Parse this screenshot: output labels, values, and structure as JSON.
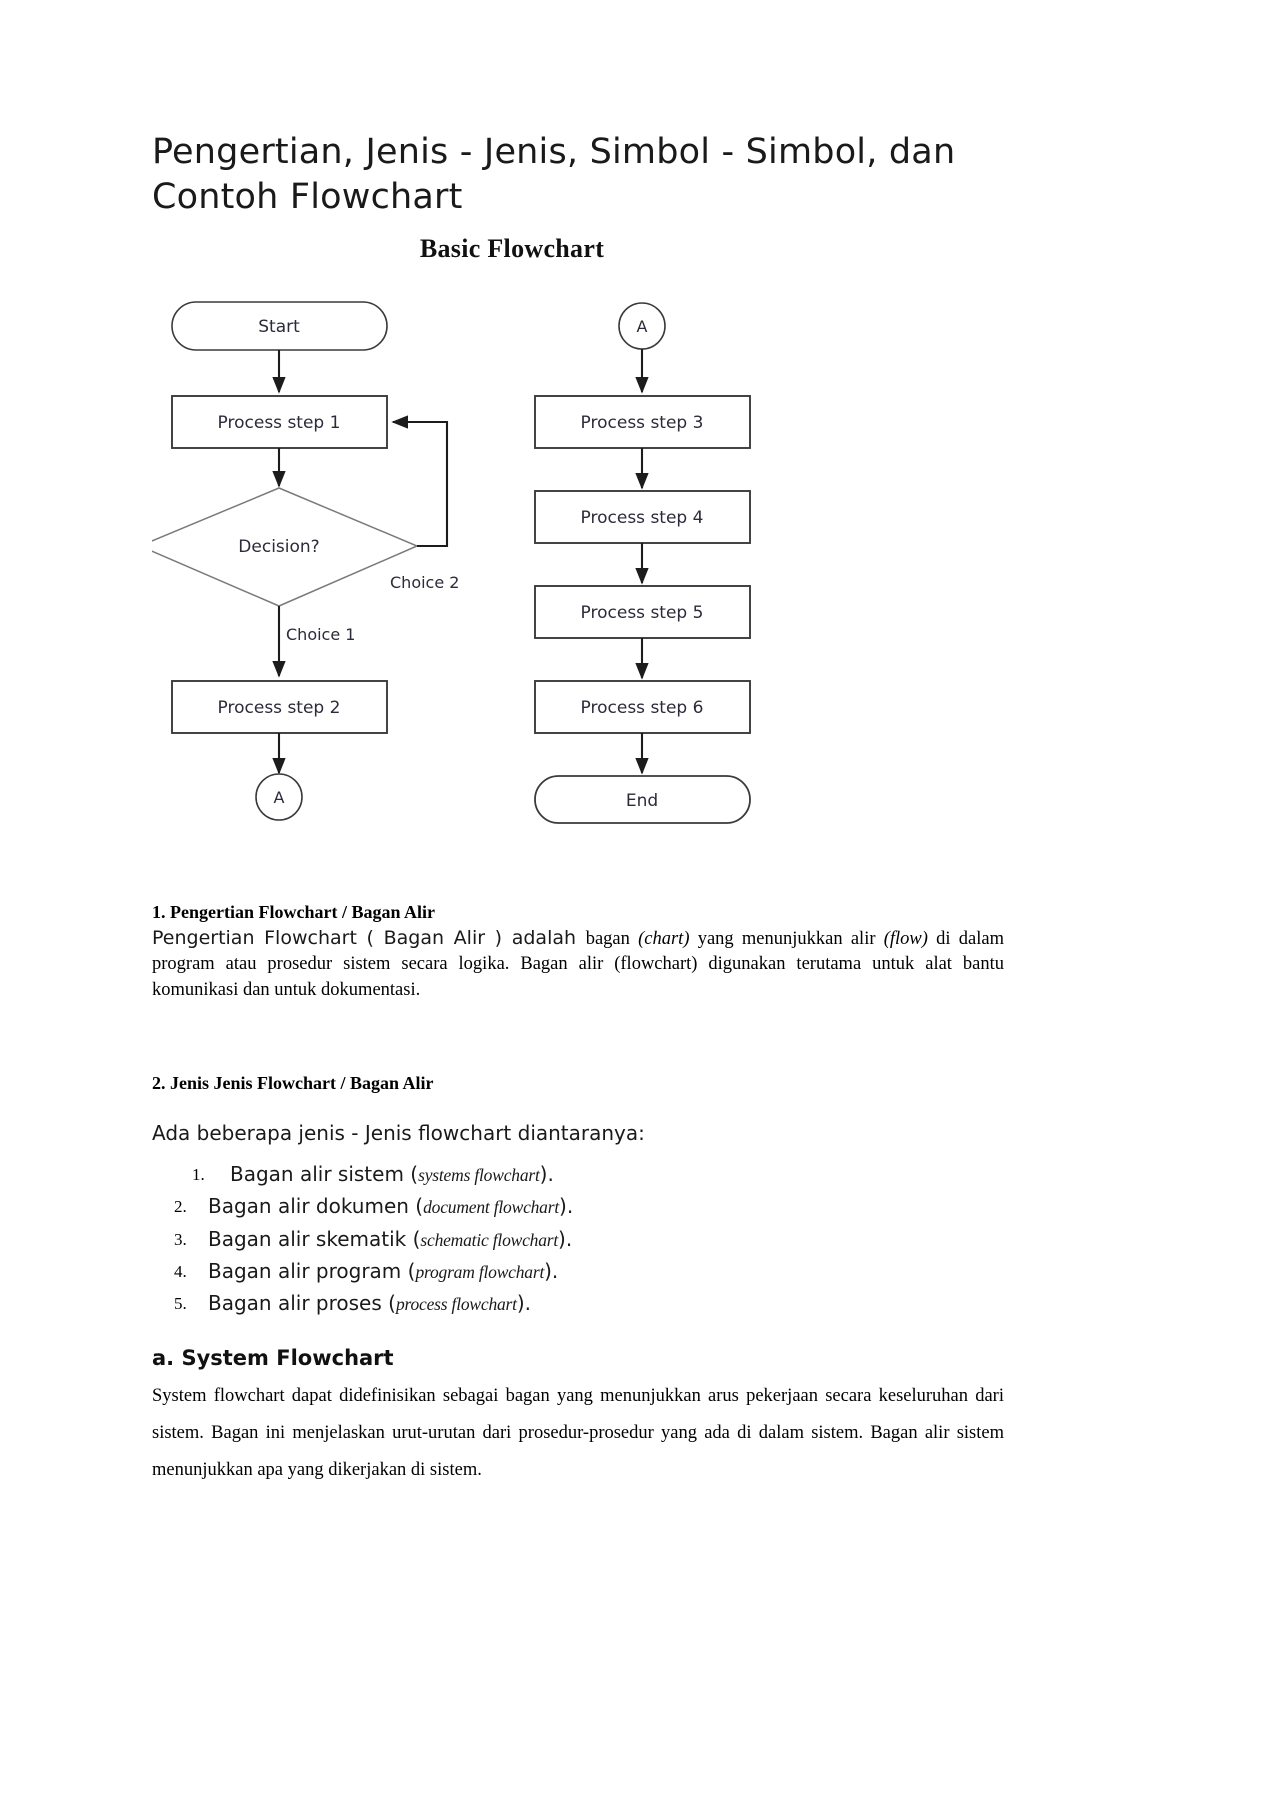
{
  "document": {
    "title": "Pengertian, Jenis - Jenis, Simbol - Simbol, dan Contoh Flowchart"
  },
  "figure": {
    "caption": "Basic Flowchart",
    "nodes": {
      "start": "Start",
      "process1": "Process step 1",
      "decision": "Decision?",
      "process2": "Process step 2",
      "connector_out": "A",
      "connector_in": "A",
      "process3": "Process step 3",
      "process4": "Process step 4",
      "process5": "Process step 5",
      "process6": "Process step 6",
      "end": "End"
    },
    "edge_labels": {
      "choice1": "Choice 1",
      "choice2": "Choice 2"
    }
  },
  "sections": {
    "s1": {
      "heading": "1. Pengertian Flowchart / Bagan Alir",
      "lead": "Pengertian Flowchart ( Bagan Alir ) adalah ",
      "body_a": "bagan ",
      "body_italic_a": "(chart)",
      "body_b": " yang menunjukkan alir ",
      "body_italic_b": "(flow)",
      "body_c": " di dalam program atau prosedur sistem secara logika. Bagan alir (flowchart) digunakan terutama untuk alat bantu komunikasi dan untuk dokumentasi."
    },
    "s2": {
      "heading": "2. Jenis Jenis Flowchart / Bagan Alir",
      "lead": "Ada beberapa jenis - Jenis flowchart diantaranya:",
      "items": [
        {
          "num": "1.",
          "text": "Bagan alir sistem (",
          "italic": "systems flowchart",
          "tail": ")."
        },
        {
          "num": "2.",
          "text": "Bagan alir dokumen (",
          "italic": "document flowchart",
          "tail": ")."
        },
        {
          "num": "3.",
          "text": "Bagan alir skematik (",
          "italic": "schematic flowchart",
          "tail": ")."
        },
        {
          "num": "4.",
          "text": "Bagan alir program (",
          "italic": "program flowchart",
          "tail": ")."
        },
        {
          "num": "5.",
          "text": "Bagan alir proses (",
          "italic": "process flowchart",
          "tail": ")."
        }
      ]
    },
    "s3": {
      "heading": "a. System Flowchart",
      "body": "System flowchart dapat didefinisikan sebagai bagan yang menunjukkan arus pekerjaan secara keseluruhan dari sistem. Bagan ini menjelaskan urut-urutan dari prosedur-prosedur yang ada di dalam sistem. Bagan alir sistem menunjukkan apa yang dikerjakan di sistem."
    }
  },
  "colors": {
    "stroke": "#3a3a3a",
    "text": "#2b2b3a",
    "page_bg": "#ffffff"
  }
}
